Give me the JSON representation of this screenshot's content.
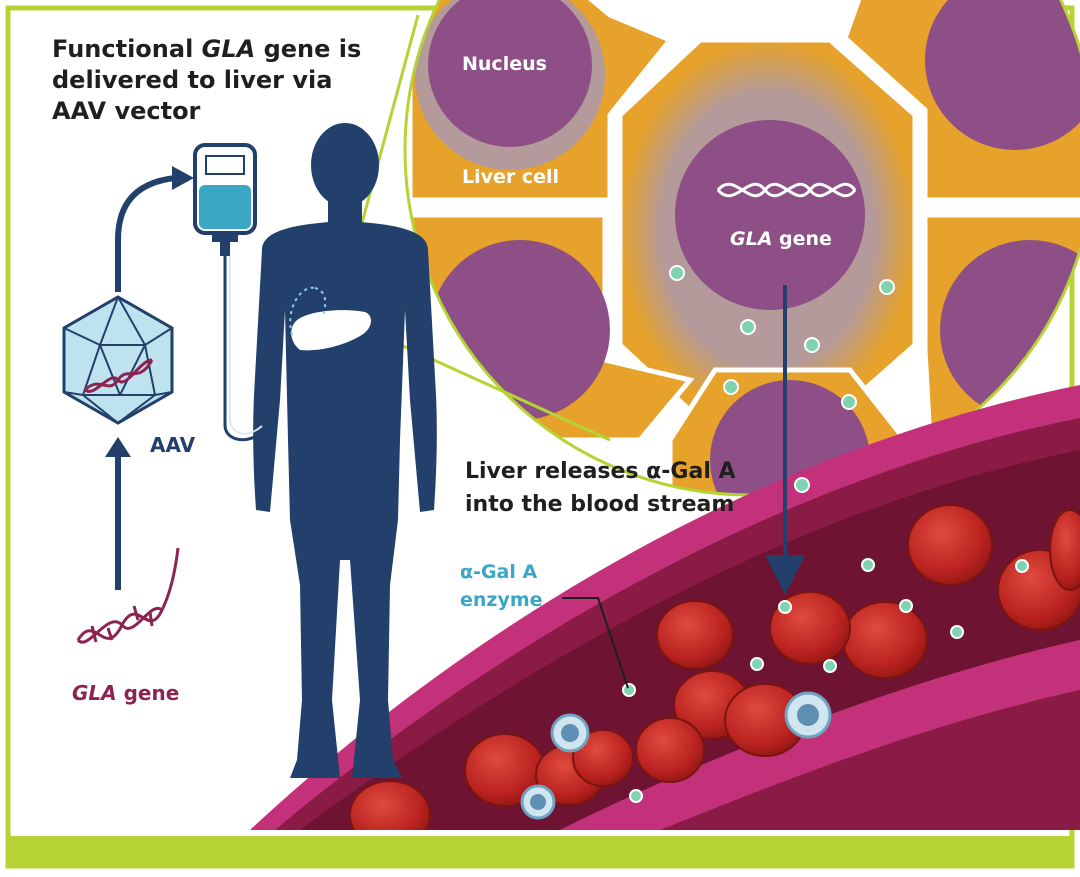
{
  "title": {
    "line1_prefix": "Functional ",
    "line1_gene": "GLA",
    "line1_suffix": " gene is",
    "line2": "delivered to liver via",
    "line3": "AAV vector"
  },
  "labels": {
    "nucleus": "Nucleus",
    "liver_cell": "Liver cell",
    "gla_gene_cell_italic": "GLA",
    "gla_gene_cell_rest": " gene",
    "aav": "AAV",
    "gla_gene_left_italic": "GLA",
    "gla_gene_left_rest": " gene",
    "release_line1": "Liver releases α-Gal A",
    "release_line2": "into the blood stream",
    "enzyme_line1": "α-Gal A",
    "enzyme_line2": "enzyme"
  },
  "colors": {
    "frame_border": "#b5d334",
    "navy": "#22406b",
    "vessel": "#c3317a",
    "nucleus": "#8d4f86",
    "cell": "#e6a22a",
    "enzyme": "#7fd3b0",
    "rbc": "#c62a26"
  }
}
